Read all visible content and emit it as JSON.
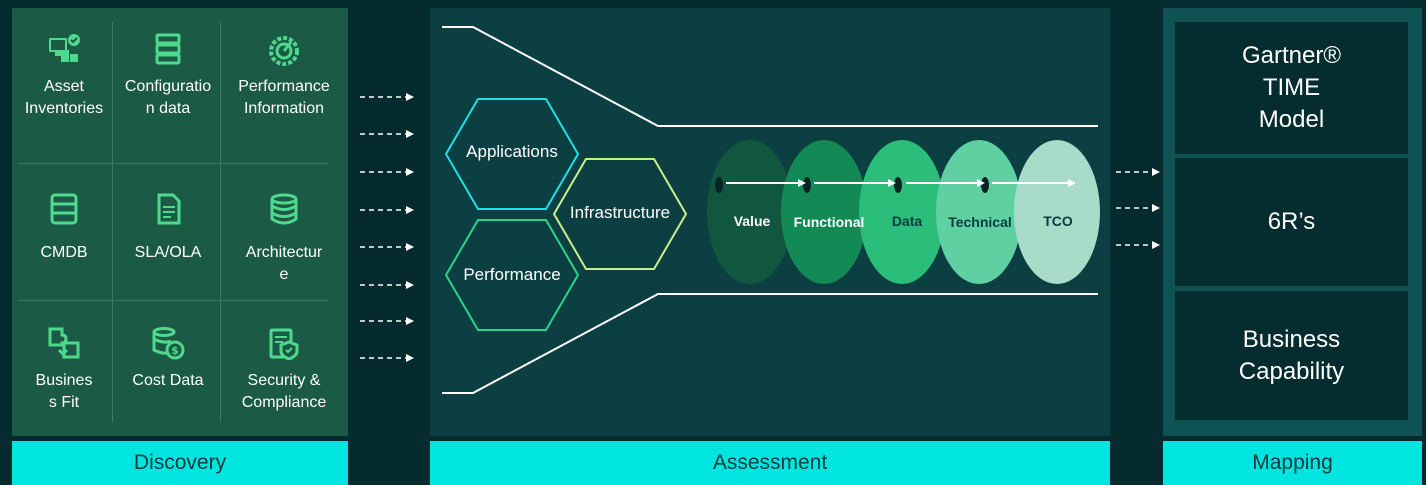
{
  "discovery": {
    "items": [
      {
        "label": "Asset\nInventories",
        "icon": "asset-inventory-icon"
      },
      {
        "label": "Configuratio\nn data",
        "icon": "server-config-icon"
      },
      {
        "label": "Performance\nInformation",
        "icon": "performance-gauge-icon"
      },
      {
        "label": "CMDB",
        "icon": "cmdb-icon"
      },
      {
        "label": "SLA/OLA",
        "icon": "document-icon"
      },
      {
        "label": "Architectur\ne",
        "icon": "database-icon"
      },
      {
        "label": "Busines\ns Fit",
        "icon": "puzzle-icon"
      },
      {
        "label": "Cost Data",
        "icon": "cost-coins-icon"
      },
      {
        "label": "Security &\nCompliance",
        "icon": "security-compliance-icon"
      }
    ],
    "tab_label": "Discovery"
  },
  "assessment": {
    "hexagons": [
      "Applications",
      "Infrastructure",
      "Performance"
    ],
    "stages": [
      "Value",
      "Functional",
      "Data",
      "Technical",
      "TCO"
    ],
    "tab_label": "Assessment"
  },
  "mapping": {
    "boxes": [
      "Gartner®\nTIME\nModel",
      "6R’s",
      "Business\nCapability"
    ],
    "tab_label": "Mapping"
  },
  "colors": {
    "background": "#052b2e",
    "discovery_panel": "#1b5a45",
    "assessment_panel": "#0c3f42",
    "mapping_panel": "#0e5253",
    "tab": "#00e5e0",
    "icon_green": "#4fd98d"
  }
}
